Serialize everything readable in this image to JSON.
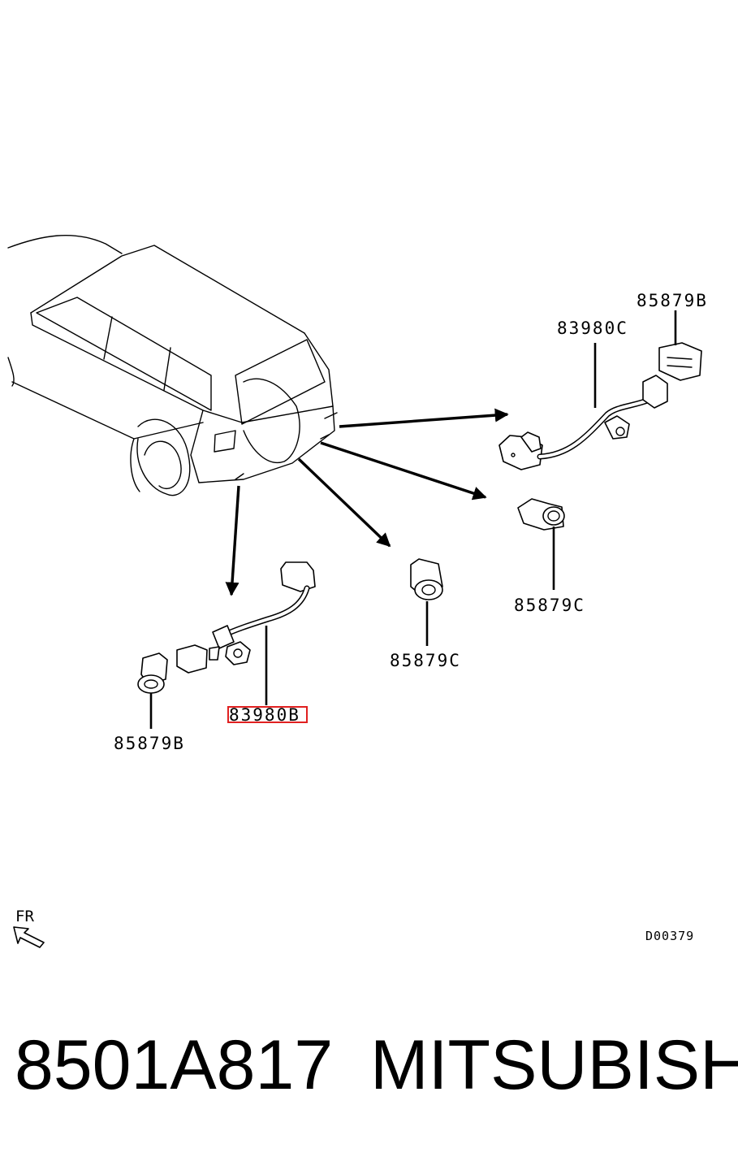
{
  "callouts": {
    "harness_right": "83980C",
    "sensor_right_top": "85879B",
    "sensor_right_center": "85879C",
    "sensor_center": "85879C",
    "harness_left": "83980B",
    "sensor_left": "85879B"
  },
  "direction_marker": "FR",
  "drawing_code": "D00379",
  "footer": {
    "part_number": "8501A817",
    "brand": "MITSUBISHI"
  },
  "colors": {
    "line": "#000000",
    "highlight": "#e02020"
  }
}
